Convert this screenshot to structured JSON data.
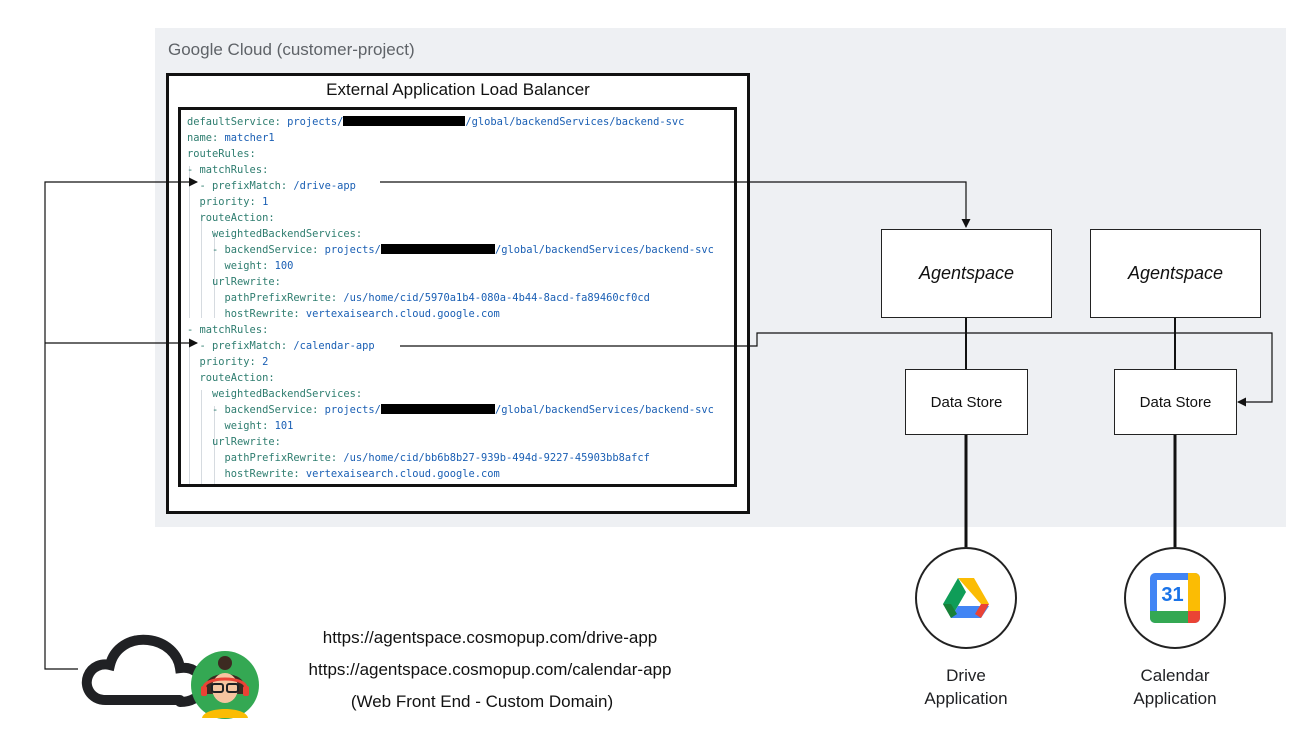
{
  "gcp": {
    "label": "Google Cloud (customer-project)"
  },
  "load_balancer": {
    "title": "External Application Load Balancer"
  },
  "config": {
    "lines": [
      {
        "key": "defaultService: ",
        "value": "projects/",
        "redact": true,
        "value2": "/global/backendServices/backend-svc"
      },
      {
        "key": "name: ",
        "value": "matcher1"
      },
      {
        "key": "routeRules:",
        "value": ""
      },
      {
        "key": "- matchRules:",
        "value": ""
      },
      {
        "key": "  - prefixMatch: ",
        "value": "/drive-app"
      },
      {
        "key": "  priority: ",
        "value": "1"
      },
      {
        "key": "  routeAction:",
        "value": ""
      },
      {
        "key": "    weightedBackendServices:",
        "value": ""
      },
      {
        "key": "    - backendService: ",
        "value": "projects/",
        "redact": true,
        "value2": "/global/backendServices/backend-svc"
      },
      {
        "key": "      weight: ",
        "value": "100"
      },
      {
        "key": "    urlRewrite:",
        "value": ""
      },
      {
        "key": "      pathPrefixRewrite: ",
        "value": "/us/home/cid/5970a1b4-080a-4b44-8acd-fa89460cf0cd"
      },
      {
        "key": "      hostRewrite: ",
        "value": "vertexaisearch.cloud.google.com"
      },
      {
        "key": "- matchRules:",
        "value": ""
      },
      {
        "key": "  - prefixMatch: ",
        "value": "/calendar-app"
      },
      {
        "key": "  priority: ",
        "value": "2"
      },
      {
        "key": "  routeAction:",
        "value": ""
      },
      {
        "key": "    weightedBackendServices:",
        "value": ""
      },
      {
        "key": "    - backendService: ",
        "value": "projects/",
        "redact": true,
        "value2": "/global/backendServices/backend-svc"
      },
      {
        "key": "      weight: ",
        "value": "101"
      },
      {
        "key": "    urlRewrite:",
        "value": ""
      },
      {
        "key": "      pathPrefixRewrite: ",
        "value": "/us/home/cid/bb6b8b27-939b-494d-9227-45903bb8afcf"
      },
      {
        "key": "      hostRewrite: ",
        "value": "vertexaisearch.cloud.google.com"
      }
    ]
  },
  "agentspace": {
    "left_label": "Agentspace",
    "right_label": "Agentspace"
  },
  "data_store": {
    "left_label": "Data Store",
    "right_label": "Data Store"
  },
  "apps": {
    "drive": {
      "name_line1": "Drive",
      "name_line2": "Application"
    },
    "calendar": {
      "name_line1": "Calendar",
      "name_line2": "Application",
      "icon_text": "31"
    }
  },
  "frontend": {
    "url1": "https://agentspace.cosmopup.com/drive-app",
    "url2": "https://agentspace.cosmopup.com/calendar-app",
    "caption": "(Web Front End - Custom Domain)"
  },
  "icons": [
    "cloud-icon",
    "user-avatar-icon",
    "google-drive-icon",
    "google-calendar-icon"
  ]
}
